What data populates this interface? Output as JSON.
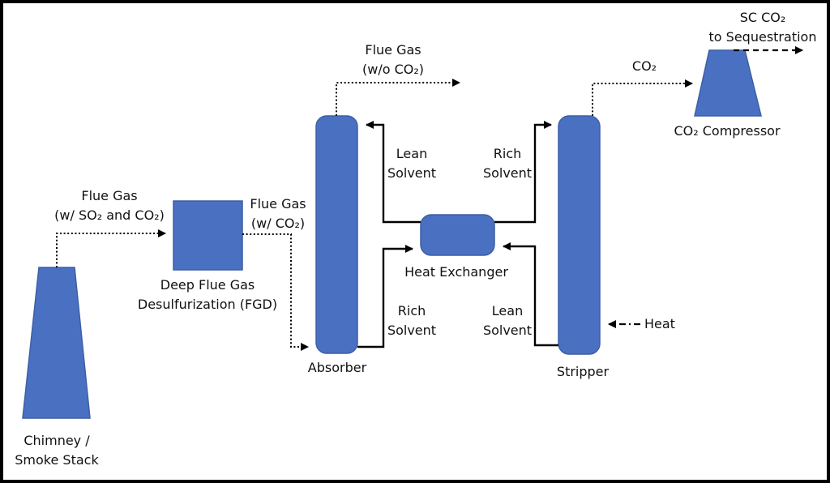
{
  "colors": {
    "shape_fill": "#4A70C2",
    "shape_stroke": "#3C5FA6",
    "line": "#000000",
    "text": "#111111"
  },
  "nodes": {
    "chimney": {
      "line1": "Chimney /",
      "line2": "Smoke Stack"
    },
    "fgd": {
      "line1": "Deep Flue Gas",
      "line2": "Desulfurization (FGD)"
    },
    "absorber": {
      "label": "Absorber"
    },
    "heat_exchanger": {
      "label": "Heat Exchanger"
    },
    "stripper": {
      "label": "Stripper"
    },
    "compressor": {
      "label": "CO₂ Compressor"
    }
  },
  "streams": {
    "flue_gas_so2_co2": {
      "line1": "Flue Gas",
      "line2": "(w/ SO₂ and CO₂)"
    },
    "flue_gas_co2": {
      "line1": "Flue Gas",
      "line2": "(w/ CO₂)"
    },
    "flue_gas_no_co2": {
      "line1": "Flue Gas",
      "line2": "(w/o CO₂)"
    },
    "lean_solvent_to_absorber": {
      "line1": "Lean",
      "line2": "Solvent"
    },
    "rich_solvent_to_stripper": {
      "line1": "Rich",
      "line2": "Solvent"
    },
    "rich_solvent_from_absorber": {
      "line1": "Rich",
      "line2": "Solvent"
    },
    "lean_solvent_from_stripper": {
      "line1": "Lean",
      "line2": "Solvent"
    },
    "co2": {
      "label": "CO₂"
    },
    "sc_co2": {
      "line1": "SC CO₂",
      "line2": "to Sequestration"
    },
    "heat": {
      "label": "Heat"
    }
  }
}
